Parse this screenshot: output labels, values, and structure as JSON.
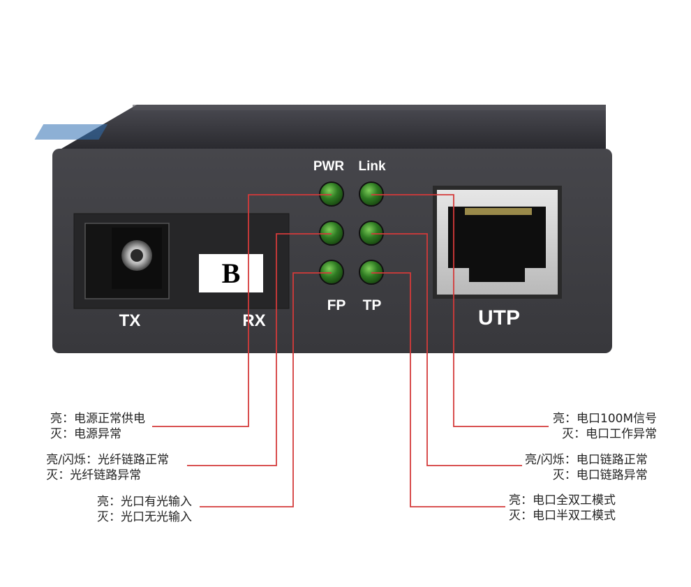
{
  "device": {
    "ports": {
      "tx": "TX",
      "rx": "RX",
      "utp": "UTP"
    },
    "sticker": "B",
    "led_labels": {
      "pwr": "PWR",
      "link": "Link",
      "fp": "FP",
      "tp": "TP"
    },
    "colors": {
      "body": "#3a3a3d",
      "led": "#2e7a22",
      "callout_line": "#d43a3a"
    }
  },
  "callouts": {
    "pwr": {
      "on": "亮：电源正常供电",
      "off": "灭：电源异常"
    },
    "fiber_link": {
      "on": "亮/闪烁：光纤链路正常",
      "off": "灭：光纤链路异常"
    },
    "fp": {
      "on": "亮：光口有光输入",
      "off": "灭：光口无光输入"
    },
    "link": {
      "on": "亮：电口100M信号",
      "off": "灭：电口工作异常"
    },
    "utp_link": {
      "on": "亮/闪烁：电口链路正常",
      "off": "灭：电口链路异常"
    },
    "tp": {
      "on": "亮：电口全双工模式",
      "off": "灭：电口半双工模式"
    }
  }
}
